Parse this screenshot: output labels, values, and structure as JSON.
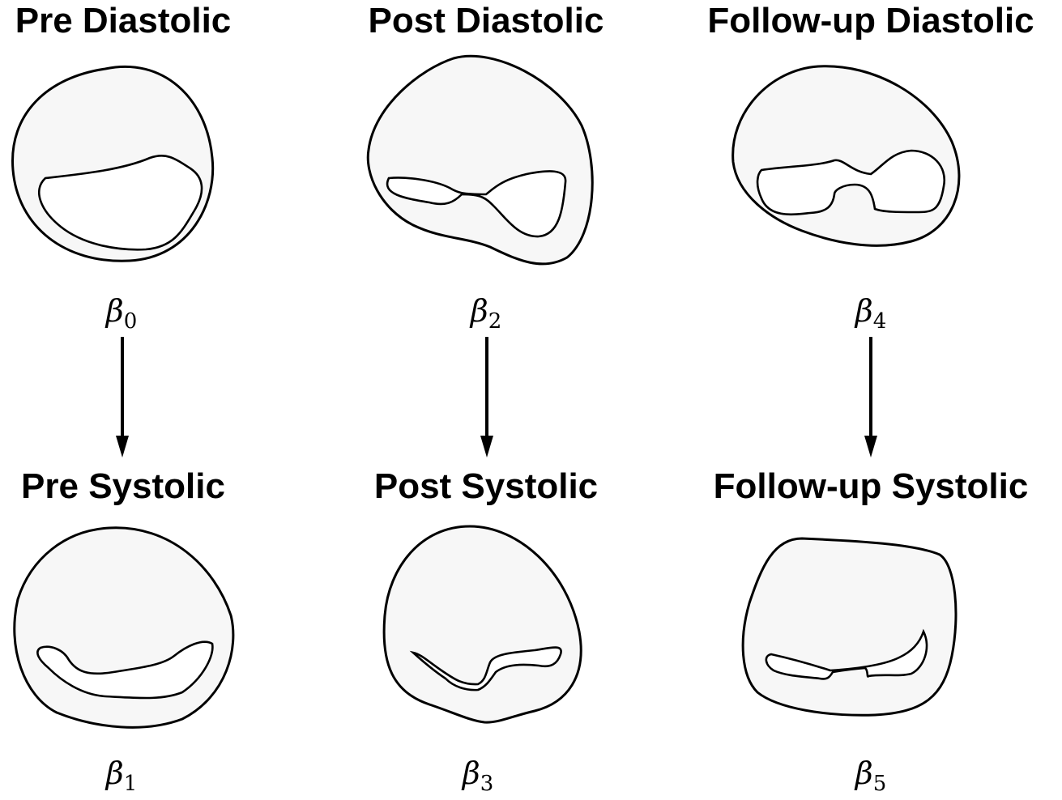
{
  "panels": {
    "pre_diastolic": {
      "title": "Pre Diastolic",
      "symbol": "β",
      "subscript": "0"
    },
    "post_diastolic": {
      "title": "Post Diastolic",
      "symbol": "β",
      "subscript": "2"
    },
    "followup_diastolic": {
      "title": "Follow-up Diastolic",
      "symbol": "β",
      "subscript": "4"
    },
    "pre_systolic": {
      "title": "Pre Systolic",
      "symbol": "β",
      "subscript": "1"
    },
    "post_systolic": {
      "title": "Post Systolic",
      "symbol": "β",
      "subscript": "3"
    },
    "followup_systolic": {
      "title": "Follow-up Systolic",
      "symbol": "β",
      "subscript": "5"
    }
  },
  "arrows": [
    {
      "from": "pre_diastolic",
      "to": "pre_systolic"
    },
    {
      "from": "post_diastolic",
      "to": "post_systolic"
    },
    {
      "from": "followup_diastolic",
      "to": "followup_systolic"
    }
  ],
  "colors": {
    "shape_fill": "#f7f7f7",
    "stroke": "#000000"
  }
}
